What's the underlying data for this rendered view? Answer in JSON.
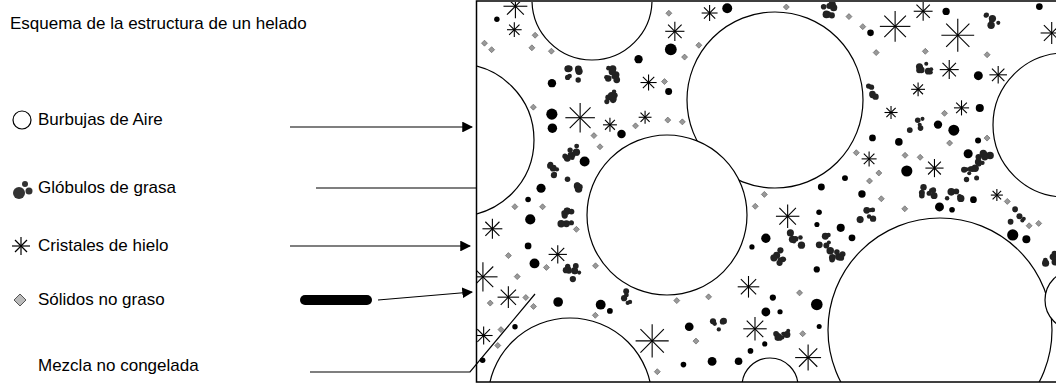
{
  "diagram": {
    "title": "Esquema de la estructura de un helado",
    "labels": [
      "Mezcla no congelada"
    ],
    "legend": [
      {
        "text": "Burbujas de Aire"
      },
      {
        "text": "Glóbulos de grasa"
      },
      {
        "text": "Cristales de hielo"
      },
      {
        "text": "Sólidos no graso"
      }
    ]
  }
}
